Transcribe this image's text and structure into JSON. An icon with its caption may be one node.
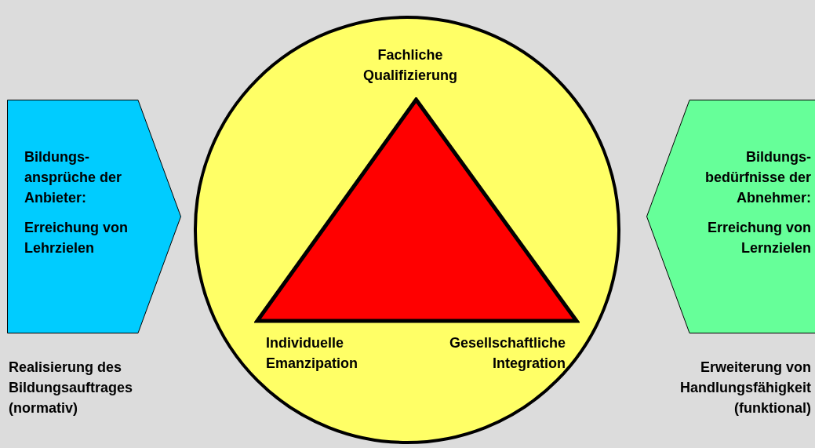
{
  "diagram": {
    "nodes": [
      {
        "text": [
          "Bildungs- ansprüche der Anbieter:",
          "Erreichung von Lehrzielen"
        ],
        "beside": [
          "Realisierung des Bildungsauftrages (normativ)"
        ]
      },
      {
        "text": [],
        "shape": "circle"
      },
      {
        "text": [],
        "shape": "triangle",
        "in": 1
      },
      {
        "text": [
          "Bildungs- bedürfnisse der Abnehmer:",
          "Erreichung von Lernzielen"
        ],
        "beside": [
          "Erweiterung von Handlungsfähigkeit (funktional)"
        ]
      }
    ],
    "labels": [
      "Fachliche Qualifizierung",
      "Individuelle Emanzipation",
      "Gesellschaftliche Integration"
    ]
  }
}
